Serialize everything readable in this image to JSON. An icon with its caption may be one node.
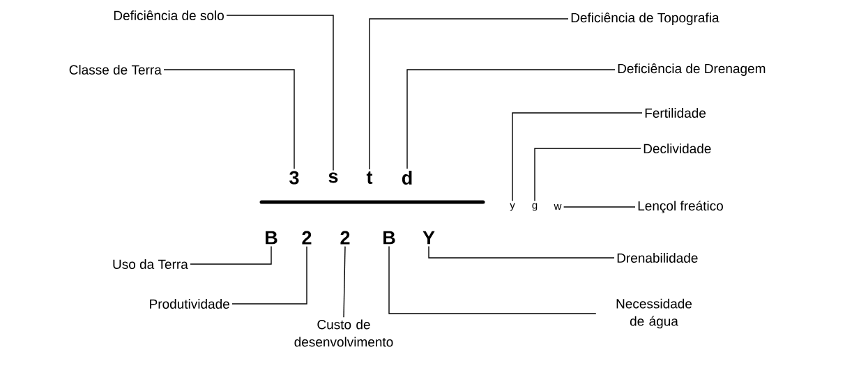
{
  "diagram": {
    "nodes": [
      {
        "text": [
          "Deficiência de solo"
        ]
      },
      {
        "text": [
          "Deficiência de Topografia"
        ]
      },
      {
        "text": [
          "Classe de Terra"
        ]
      },
      {
        "text": [
          "Deficiência de Drenagem"
        ]
      },
      {
        "text": [
          "Fertilidade"
        ]
      },
      {
        "text": [
          "Declividade"
        ]
      },
      {
        "text": [
          "3"
        ]
      },
      {
        "text": [
          "s"
        ]
      },
      {
        "text": [
          "t"
        ]
      },
      {
        "text": [
          "d"
        ]
      },
      {
        "text": [
          "y"
        ]
      },
      {
        "text": [
          "g"
        ]
      },
      {
        "text": [
          "w"
        ]
      },
      {
        "text": [
          "Lençol freático"
        ]
      },
      {
        "text": [
          "B"
        ]
      },
      {
        "text": [
          "2"
        ]
      },
      {
        "text": [
          "2"
        ]
      },
      {
        "text": [
          "B"
        ]
      },
      {
        "text": [
          "Y"
        ]
      },
      {
        "text": [
          "Uso da Terra"
        ]
      },
      {
        "text": [
          "Drenabilidade"
        ]
      },
      {
        "text": [
          "Produtividade"
        ]
      },
      {
        "text": [
          "Necessidade de água"
        ]
      },
      {
        "text": [
          "Custo de desenvolvimento"
        ]
      }
    ],
    "edges": [
      {
        "from": 2,
        "to": 6,
        "arrow": "none"
      },
      {
        "from": 0,
        "to": 7,
        "arrow": "none"
      },
      {
        "from": 1,
        "to": 8,
        "arrow": "none"
      },
      {
        "from": 3,
        "to": 9,
        "arrow": "none"
      },
      {
        "from": 4,
        "to": 10,
        "arrow": "none"
      },
      {
        "from": 5,
        "to": 11,
        "arrow": "none"
      },
      {
        "from": 13,
        "to": 12,
        "arrow": "none"
      },
      {
        "from": 19,
        "to": 14,
        "arrow": "none"
      },
      {
        "from": 21,
        "to": 15,
        "arrow": "none"
      },
      {
        "from": 23,
        "to": 16,
        "arrow": "none"
      },
      {
        "from": 22,
        "to": 17,
        "arrow": "none"
      },
      {
        "from": 20,
        "to": 18,
        "arrow": "none"
      }
    ]
  }
}
